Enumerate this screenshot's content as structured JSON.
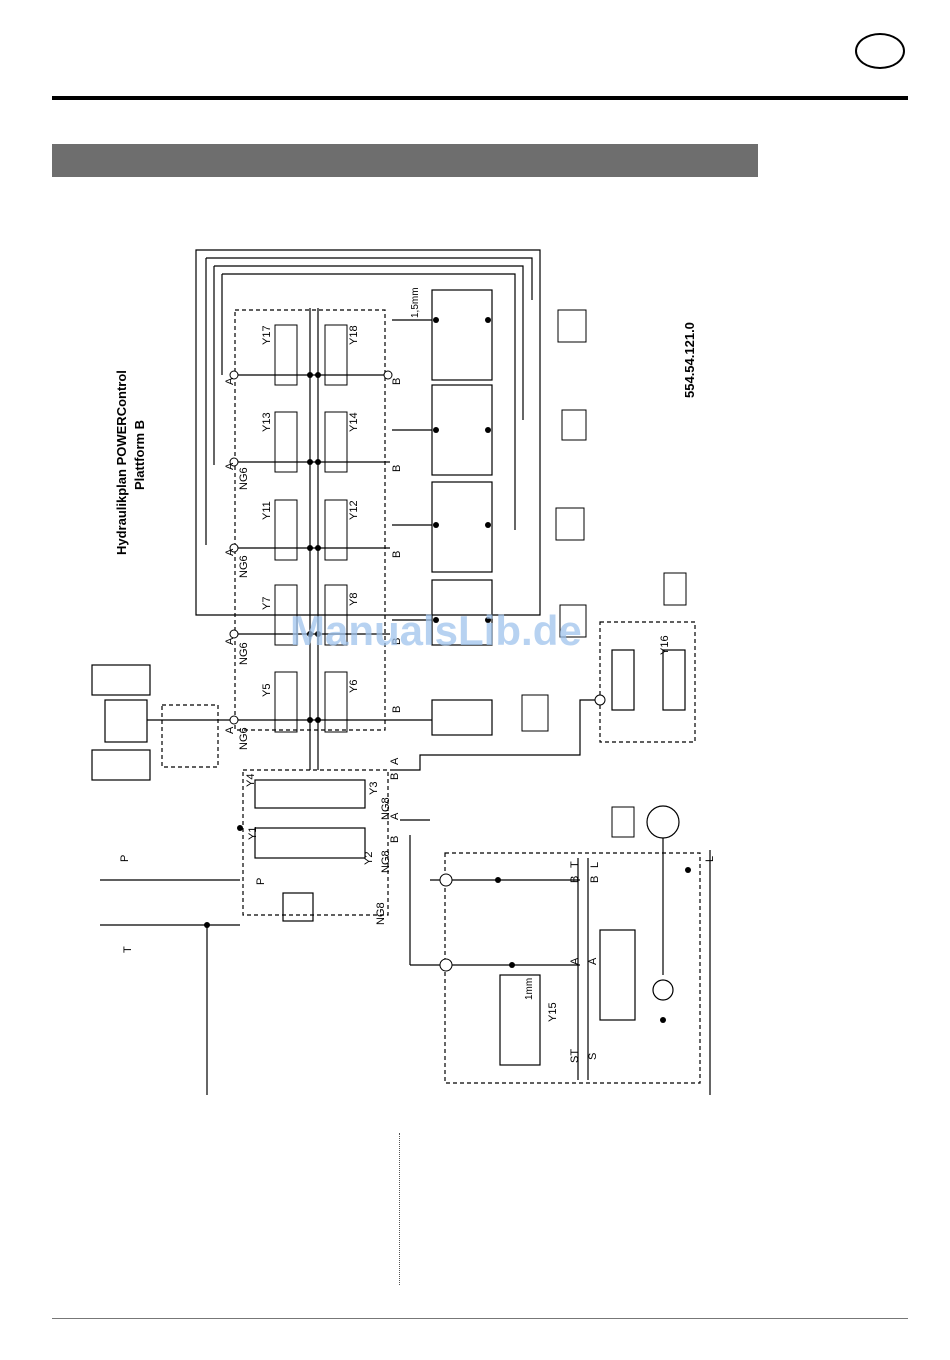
{
  "page": {
    "title_line1": "Hydraulikplan POWERControl",
    "title_line2": "Plattform B",
    "doc_number": "554.54.121.0",
    "watermark": "ManualsLib.de"
  },
  "labels": {
    "valves_upper": [
      "Y17",
      "Y13",
      "Y11",
      "Y7",
      "Y5"
    ],
    "valves_lower": [
      "Y18",
      "Y14",
      "Y12",
      "Y8",
      "Y6"
    ],
    "Y4": "Y4",
    "Y3": "Y3",
    "Y1": "Y1",
    "Y2": "Y2",
    "Y15": "Y15",
    "Y16": "Y16",
    "NG6": "NG6",
    "NG8": "NG8",
    "A": "A",
    "B": "B",
    "P": "P",
    "T": "T",
    "L": "L",
    "S": "S",
    "ST": "ST",
    "orifice_large": "1,5mm",
    "orifice_small": "1mm"
  },
  "colors": {
    "line": "#000000",
    "section_bar": "#6e6e6e",
    "watermark": "#9fc3ec"
  }
}
